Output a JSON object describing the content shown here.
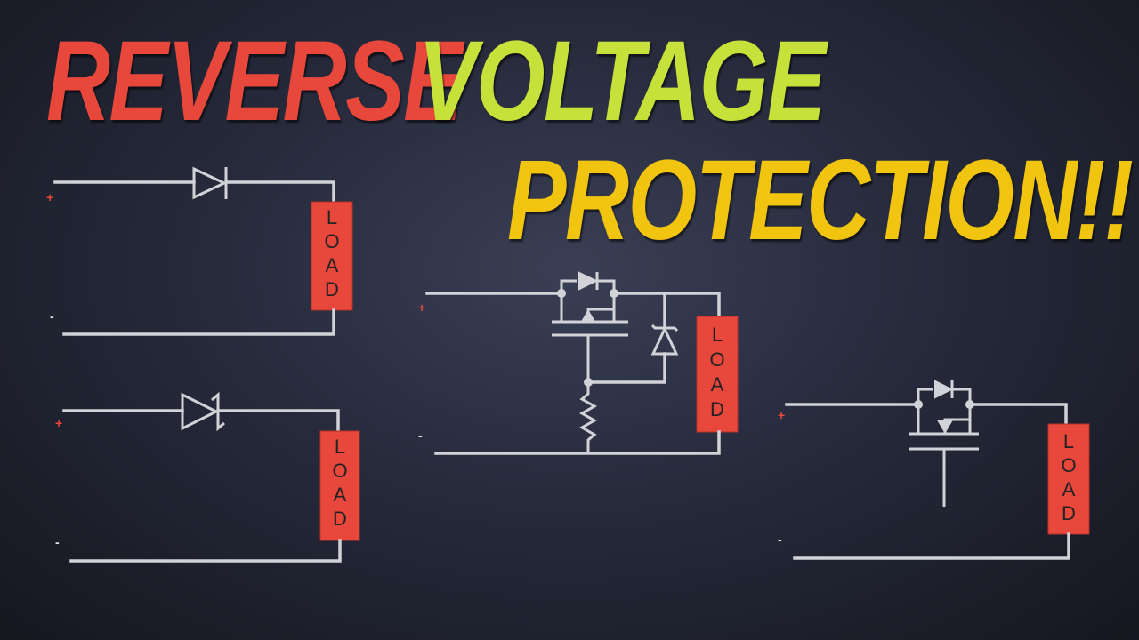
{
  "title": {
    "word1": "REVERSE",
    "word2": "VOLTAGE",
    "word3": "PROTECTION!!",
    "colors": {
      "word1": "#e8473c",
      "word2": "#c6e23a",
      "word3": "#f1c40f"
    }
  },
  "circuits": {
    "diode": {
      "plus": "+",
      "minus": "-",
      "load": [
        "L",
        "O",
        "A",
        "D"
      ],
      "component": "diode-icon"
    },
    "zener": {
      "plus": "+",
      "minus": "-",
      "load": [
        "L",
        "O",
        "A",
        "D"
      ],
      "component": "zener-diode-icon"
    },
    "pmos": {
      "plus": "+",
      "minus": "-",
      "load": [
        "L",
        "O",
        "A",
        "D"
      ],
      "component": "p-channel-mosfet-icon"
    },
    "nmos": {
      "plus": "+",
      "minus": "-",
      "load": [
        "L",
        "O",
        "A",
        "D"
      ],
      "component": "mosfet-icon"
    }
  },
  "colors": {
    "wire": "#d2d3d8",
    "load": "#e8473c",
    "background": "#262a3b"
  }
}
